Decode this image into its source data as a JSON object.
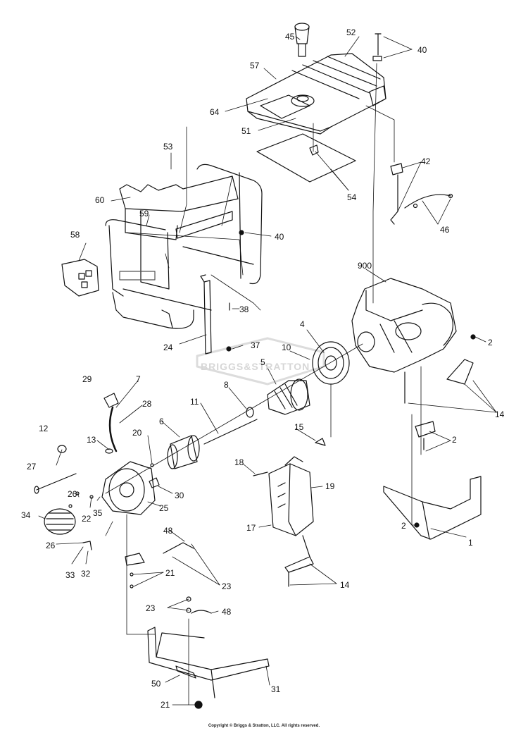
{
  "copyright": "Copyright © Briggs & Stratton, LLC. All rights reserved.",
  "watermark": "BRIGGS&STRATTON",
  "callouts": [
    "45",
    "52",
    "40",
    "57",
    "64",
    "51",
    "53",
    "54",
    "42",
    "60",
    "59",
    "46",
    "40",
    "58",
    "900",
    "38",
    "2",
    "24",
    "37",
    "4",
    "10",
    "5",
    "29",
    "7",
    "28",
    "8",
    "11",
    "14",
    "12",
    "6",
    "20",
    "13",
    "15",
    "2",
    "27",
    "18",
    "19",
    "26",
    "30",
    "22",
    "35",
    "25",
    "34",
    "17",
    "2",
    "1",
    "48",
    "26",
    "33",
    "32",
    "21",
    "23",
    "14",
    "23",
    "48",
    "50",
    "31",
    "21"
  ]
}
